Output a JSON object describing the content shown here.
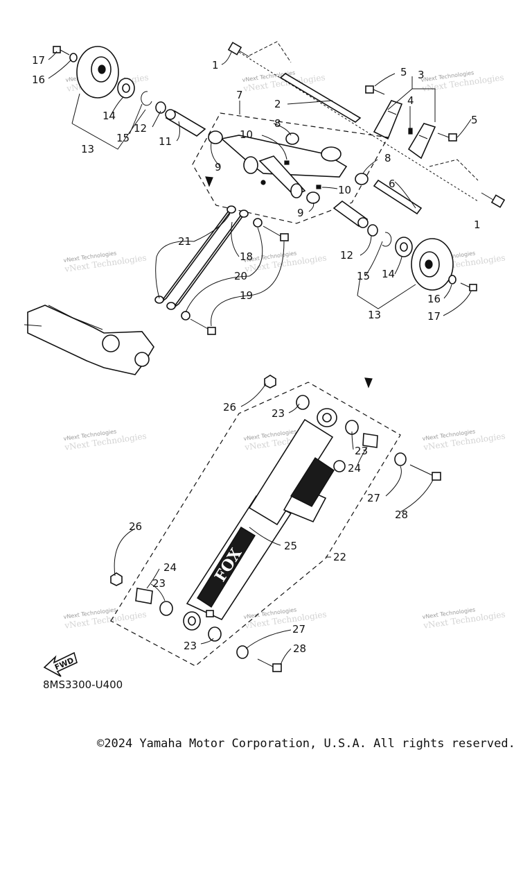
{
  "diagram": {
    "code": "8MS3300-U400",
    "fwd_label": "FWD",
    "brand_logo": "FOX"
  },
  "callouts": [
    {
      "id": "c1a",
      "text": "1"
    },
    {
      "id": "c1b",
      "text": "1"
    },
    {
      "id": "c2",
      "text": "2"
    },
    {
      "id": "c3",
      "text": "3"
    },
    {
      "id": "c4",
      "text": "4"
    },
    {
      "id": "c5a",
      "text": "5"
    },
    {
      "id": "c5b",
      "text": "5"
    },
    {
      "id": "c6",
      "text": "6"
    },
    {
      "id": "c7",
      "text": "7"
    },
    {
      "id": "c8a",
      "text": "8"
    },
    {
      "id": "c8b",
      "text": "8"
    },
    {
      "id": "c9a",
      "text": "9"
    },
    {
      "id": "c9b",
      "text": "9"
    },
    {
      "id": "c10a",
      "text": "10"
    },
    {
      "id": "c10b",
      "text": "10"
    },
    {
      "id": "c11",
      "text": "11"
    },
    {
      "id": "c12a",
      "text": "12"
    },
    {
      "id": "c12b",
      "text": "12"
    },
    {
      "id": "c13a",
      "text": "13"
    },
    {
      "id": "c13b",
      "text": "13"
    },
    {
      "id": "c14a",
      "text": "14"
    },
    {
      "id": "c14b",
      "text": "14"
    },
    {
      "id": "c15a",
      "text": "15"
    },
    {
      "id": "c15b",
      "text": "15"
    },
    {
      "id": "c16a",
      "text": "16"
    },
    {
      "id": "c16b",
      "text": "16"
    },
    {
      "id": "c17a",
      "text": "17"
    },
    {
      "id": "c17b",
      "text": "17"
    },
    {
      "id": "c18",
      "text": "18"
    },
    {
      "id": "c19",
      "text": "19"
    },
    {
      "id": "c20",
      "text": "20"
    },
    {
      "id": "c21",
      "text": "21"
    },
    {
      "id": "c22",
      "text": "22"
    },
    {
      "id": "c23a",
      "text": "23"
    },
    {
      "id": "c23b",
      "text": "23"
    },
    {
      "id": "c23c",
      "text": "23"
    },
    {
      "id": "c23d",
      "text": "23"
    },
    {
      "id": "c24a",
      "text": "24"
    },
    {
      "id": "c24b",
      "text": "24"
    },
    {
      "id": "c25",
      "text": "25"
    },
    {
      "id": "c26a",
      "text": "26"
    },
    {
      "id": "c26b",
      "text": "26"
    },
    {
      "id": "c27a",
      "text": "27"
    },
    {
      "id": "c27b",
      "text": "27"
    },
    {
      "id": "c28a",
      "text": "28"
    },
    {
      "id": "c28b",
      "text": "28"
    }
  ],
  "watermark": {
    "line1": "vNext Technologies",
    "line2": "vNext Technologies"
  },
  "footer": {
    "copyright": "©2024 Yamaha Motor Corporation, U.S.A. All rights reserved."
  }
}
